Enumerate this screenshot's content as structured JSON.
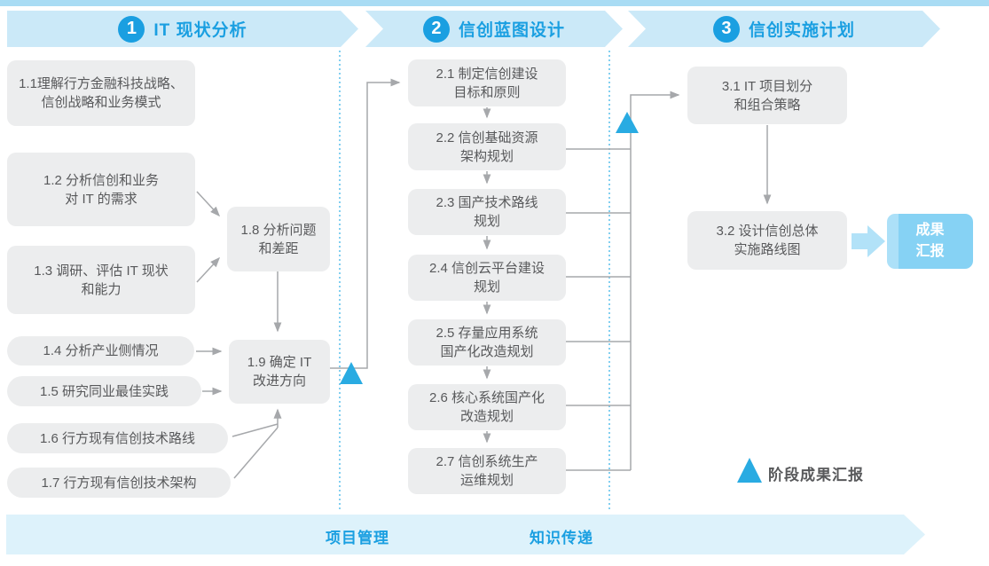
{
  "colors": {
    "accent_blue": "#1A9FE1",
    "ribbon_bg": "#CBE9F8",
    "banner_bg": "#DDF2FB",
    "top_strip": "#A9DCF4",
    "node_bg": "#ECEDEE",
    "node_text": "#58595B",
    "connector_gray": "#A6A8AB",
    "result_box_bg": "#86D2F4",
    "result_box_stripe": "#ACE0F8",
    "chunky_arrow": "#B2E2F8"
  },
  "phases": [
    {
      "num": "1",
      "label": "IT 现状分析"
    },
    {
      "num": "2",
      "label": "信创蓝图设计"
    },
    {
      "num": "3",
      "label": "信创实施计划"
    }
  ],
  "phase1_boxes": {
    "b11": "1.1理解行方金融科技战略、\n信创战略和业务模式",
    "b12": "1.2 分析信创和业务\n对 IT 的需求",
    "b13": "1.3 调研、评估 IT 现状\n和能力",
    "b14": "1.4 分析产业侧情况",
    "b15": "1.5 研究同业最佳实践",
    "b16": "1.6 行方现有信创技术路线",
    "b17": "1.7 行方现有信创技术架构",
    "b18": "1.8 分析问题\n和差距",
    "b19": "1.9 确定 IT\n改进方向"
  },
  "phase2_boxes": {
    "b21": "2.1 制定信创建设\n目标和原则",
    "b22": "2.2 信创基础资源\n架构规划",
    "b23": "2.3 国产技术路线\n规划",
    "b24": "2.4 信创云平台建设\n规划",
    "b25": "2.5 存量应用系统\n国产化改造规划",
    "b26": "2.6 核心系统国产化\n改造规划",
    "b27": "2.7 信创系统生产\n运维规划"
  },
  "phase3_boxes": {
    "b31": "3.1 IT 项目划分\n和组合策略",
    "b32": "3.2 设计信创总体\n实施路线图"
  },
  "result_box": "成果\n汇报",
  "legend": {
    "label": "阶段成果汇报"
  },
  "banner": {
    "left": "项目管理",
    "right": "知识传递"
  }
}
